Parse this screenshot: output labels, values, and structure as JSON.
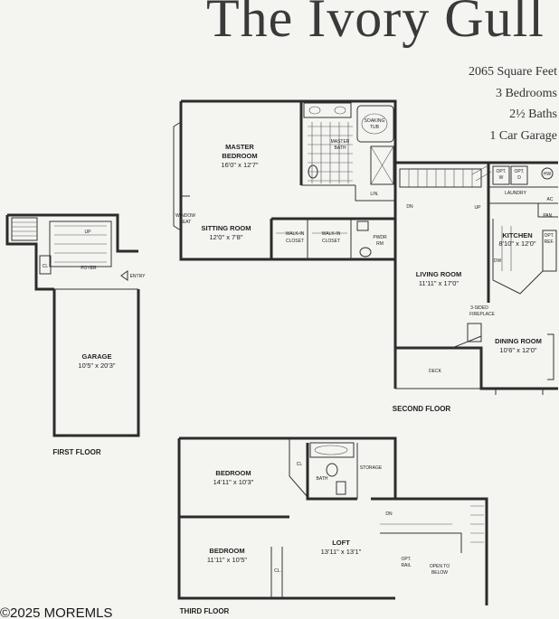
{
  "title": "The Ivory Gull",
  "specs": {
    "square_feet": "2065 Square Feet",
    "bedrooms": "3 Bedrooms",
    "baths": "2½ Baths",
    "garage": "1 Car Garage"
  },
  "floors": {
    "first": "FIRST FLOOR",
    "second": "SECOND FLOOR",
    "third": "THIRD FLOOR"
  },
  "rooms": {
    "master_bedroom": {
      "name_line1": "MASTER",
      "name_line2": "BEDROOM",
      "dims": "16'0\" x 12'7\""
    },
    "master_bath": {
      "name_line1": "MASTER",
      "name_line2": "BATH"
    },
    "soaking_tub": {
      "line1": "SOAKING",
      "line2": "TUB"
    },
    "sitting_room": {
      "name": "SITTING ROOM",
      "dims": "12'0\" x 7'8\""
    },
    "window_seat": {
      "line1": "WINDOW",
      "line2": "SEAT"
    },
    "walkin_closet_1": {
      "line1": "WALK-IN",
      "line2": "CLOSET"
    },
    "walkin_closet_2": {
      "line1": "WALK-IN",
      "line2": "CLOSET"
    },
    "pwdr_rm": {
      "line1": "PWDR",
      "line2": "RM"
    },
    "lin": "LIN.",
    "living_room": {
      "name": "LIVING ROOM",
      "dims": "11'11\" x 17'0\""
    },
    "kitchen": {
      "name": "KITCHEN",
      "dims": "8'10\" x 12'0\""
    },
    "laundry": "LAUNDRY",
    "pan": "PAN.",
    "opt_w": {
      "line1": "OPT.",
      "line2": "W"
    },
    "opt_d": {
      "line1": "OPT.",
      "line2": "D"
    },
    "hw": "HW",
    "ac": "AC",
    "dw": "DW",
    "opt_ref": {
      "line1": "OPT.",
      "line2": "REF."
    },
    "fireplace": {
      "line1": "3-SIDED",
      "line2": "FIREPLACE"
    },
    "dining_room": {
      "name": "DINING ROOM",
      "dims": "10'6\" x 12'0\""
    },
    "deck": "DECK",
    "dn_second": "DN",
    "up_second": "UP",
    "foyer": "FOYER",
    "up_first": "UP",
    "cl_first": "CL",
    "entry": "ENTRY",
    "garage": {
      "name": "GARAGE",
      "dims": "10'5\" x 20'3\""
    },
    "bedroom_a": {
      "name": "BEDROOM",
      "dims": "14'11\" x 10'3\""
    },
    "bedroom_b": {
      "name": "BEDROOM",
      "dims": "11'11\" x 10'5\""
    },
    "cl_third_a": "CL",
    "cl_third_b": "CL.",
    "bath_third": "BATH",
    "storage": "STORAGE",
    "loft": {
      "name": "LOFT",
      "dims": "13'11\" x 13'1\""
    },
    "dn_third": "DN",
    "opt_rail": {
      "line1": "OPT.",
      "line2": "RAIL"
    },
    "open_to_below": {
      "line1": "OPEN TO",
      "line2": "BELOW"
    }
  },
  "watermark": "©2025 MOREMLS"
}
